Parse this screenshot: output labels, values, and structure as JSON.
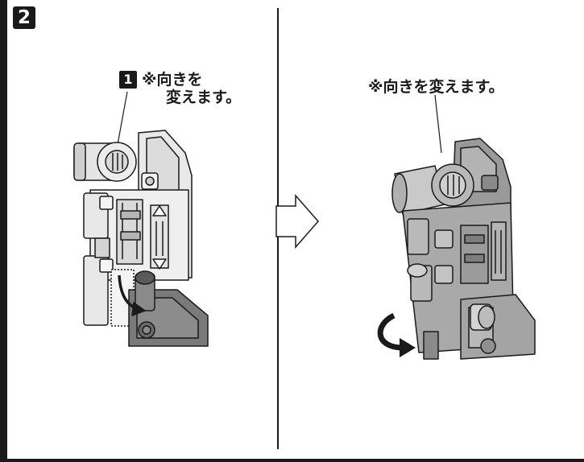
{
  "step": {
    "number": "2"
  },
  "left_panel": {
    "callout_badge": "1",
    "note_line1": "※向きを",
    "note_line2": "変えます。"
  },
  "right_panel": {
    "note": "※向きを変えます。"
  },
  "colors": {
    "ink": "#1a1a1a",
    "part_light": "#e8e8e8",
    "part_mid": "#a8a8a8",
    "part_dark": "#6e6e6e"
  },
  "icons": [
    "step-number-badge",
    "callout-number-badge",
    "flow-arrow-icon",
    "rotate-arrow-icon"
  ]
}
